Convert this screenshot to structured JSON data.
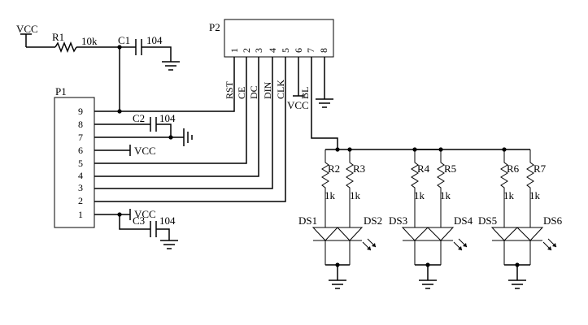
{
  "schematic": {
    "vcc_label": "VCC",
    "r1": {
      "ref": "R1",
      "value": "10k"
    },
    "c1": {
      "ref": "C1",
      "value": "104"
    },
    "c2": {
      "ref": "C2",
      "value": "104"
    },
    "c3": {
      "ref": "C3",
      "value": "104"
    },
    "p1": {
      "ref": "P1",
      "pins": [
        "9",
        "8",
        "7",
        "6",
        "5",
        "4",
        "3",
        "2",
        "1"
      ]
    },
    "p2": {
      "ref": "P2",
      "pins": [
        "1",
        "2",
        "3",
        "4",
        "5",
        "6",
        "7",
        "8"
      ],
      "signals": [
        "RST",
        "CE",
        "DC",
        "DIN",
        "CLK",
        "BL"
      ]
    },
    "resistors": [
      {
        "ref": "R2",
        "value": "1k"
      },
      {
        "ref": "R3",
        "value": "1k"
      },
      {
        "ref": "R4",
        "value": "1k"
      },
      {
        "ref": "R5",
        "value": "1k"
      },
      {
        "ref": "R6",
        "value": "1k"
      },
      {
        "ref": "R7",
        "value": "1k"
      }
    ],
    "leds": [
      "DS1",
      "DS2",
      "DS3",
      "DS4",
      "DS5",
      "DS6"
    ]
  }
}
